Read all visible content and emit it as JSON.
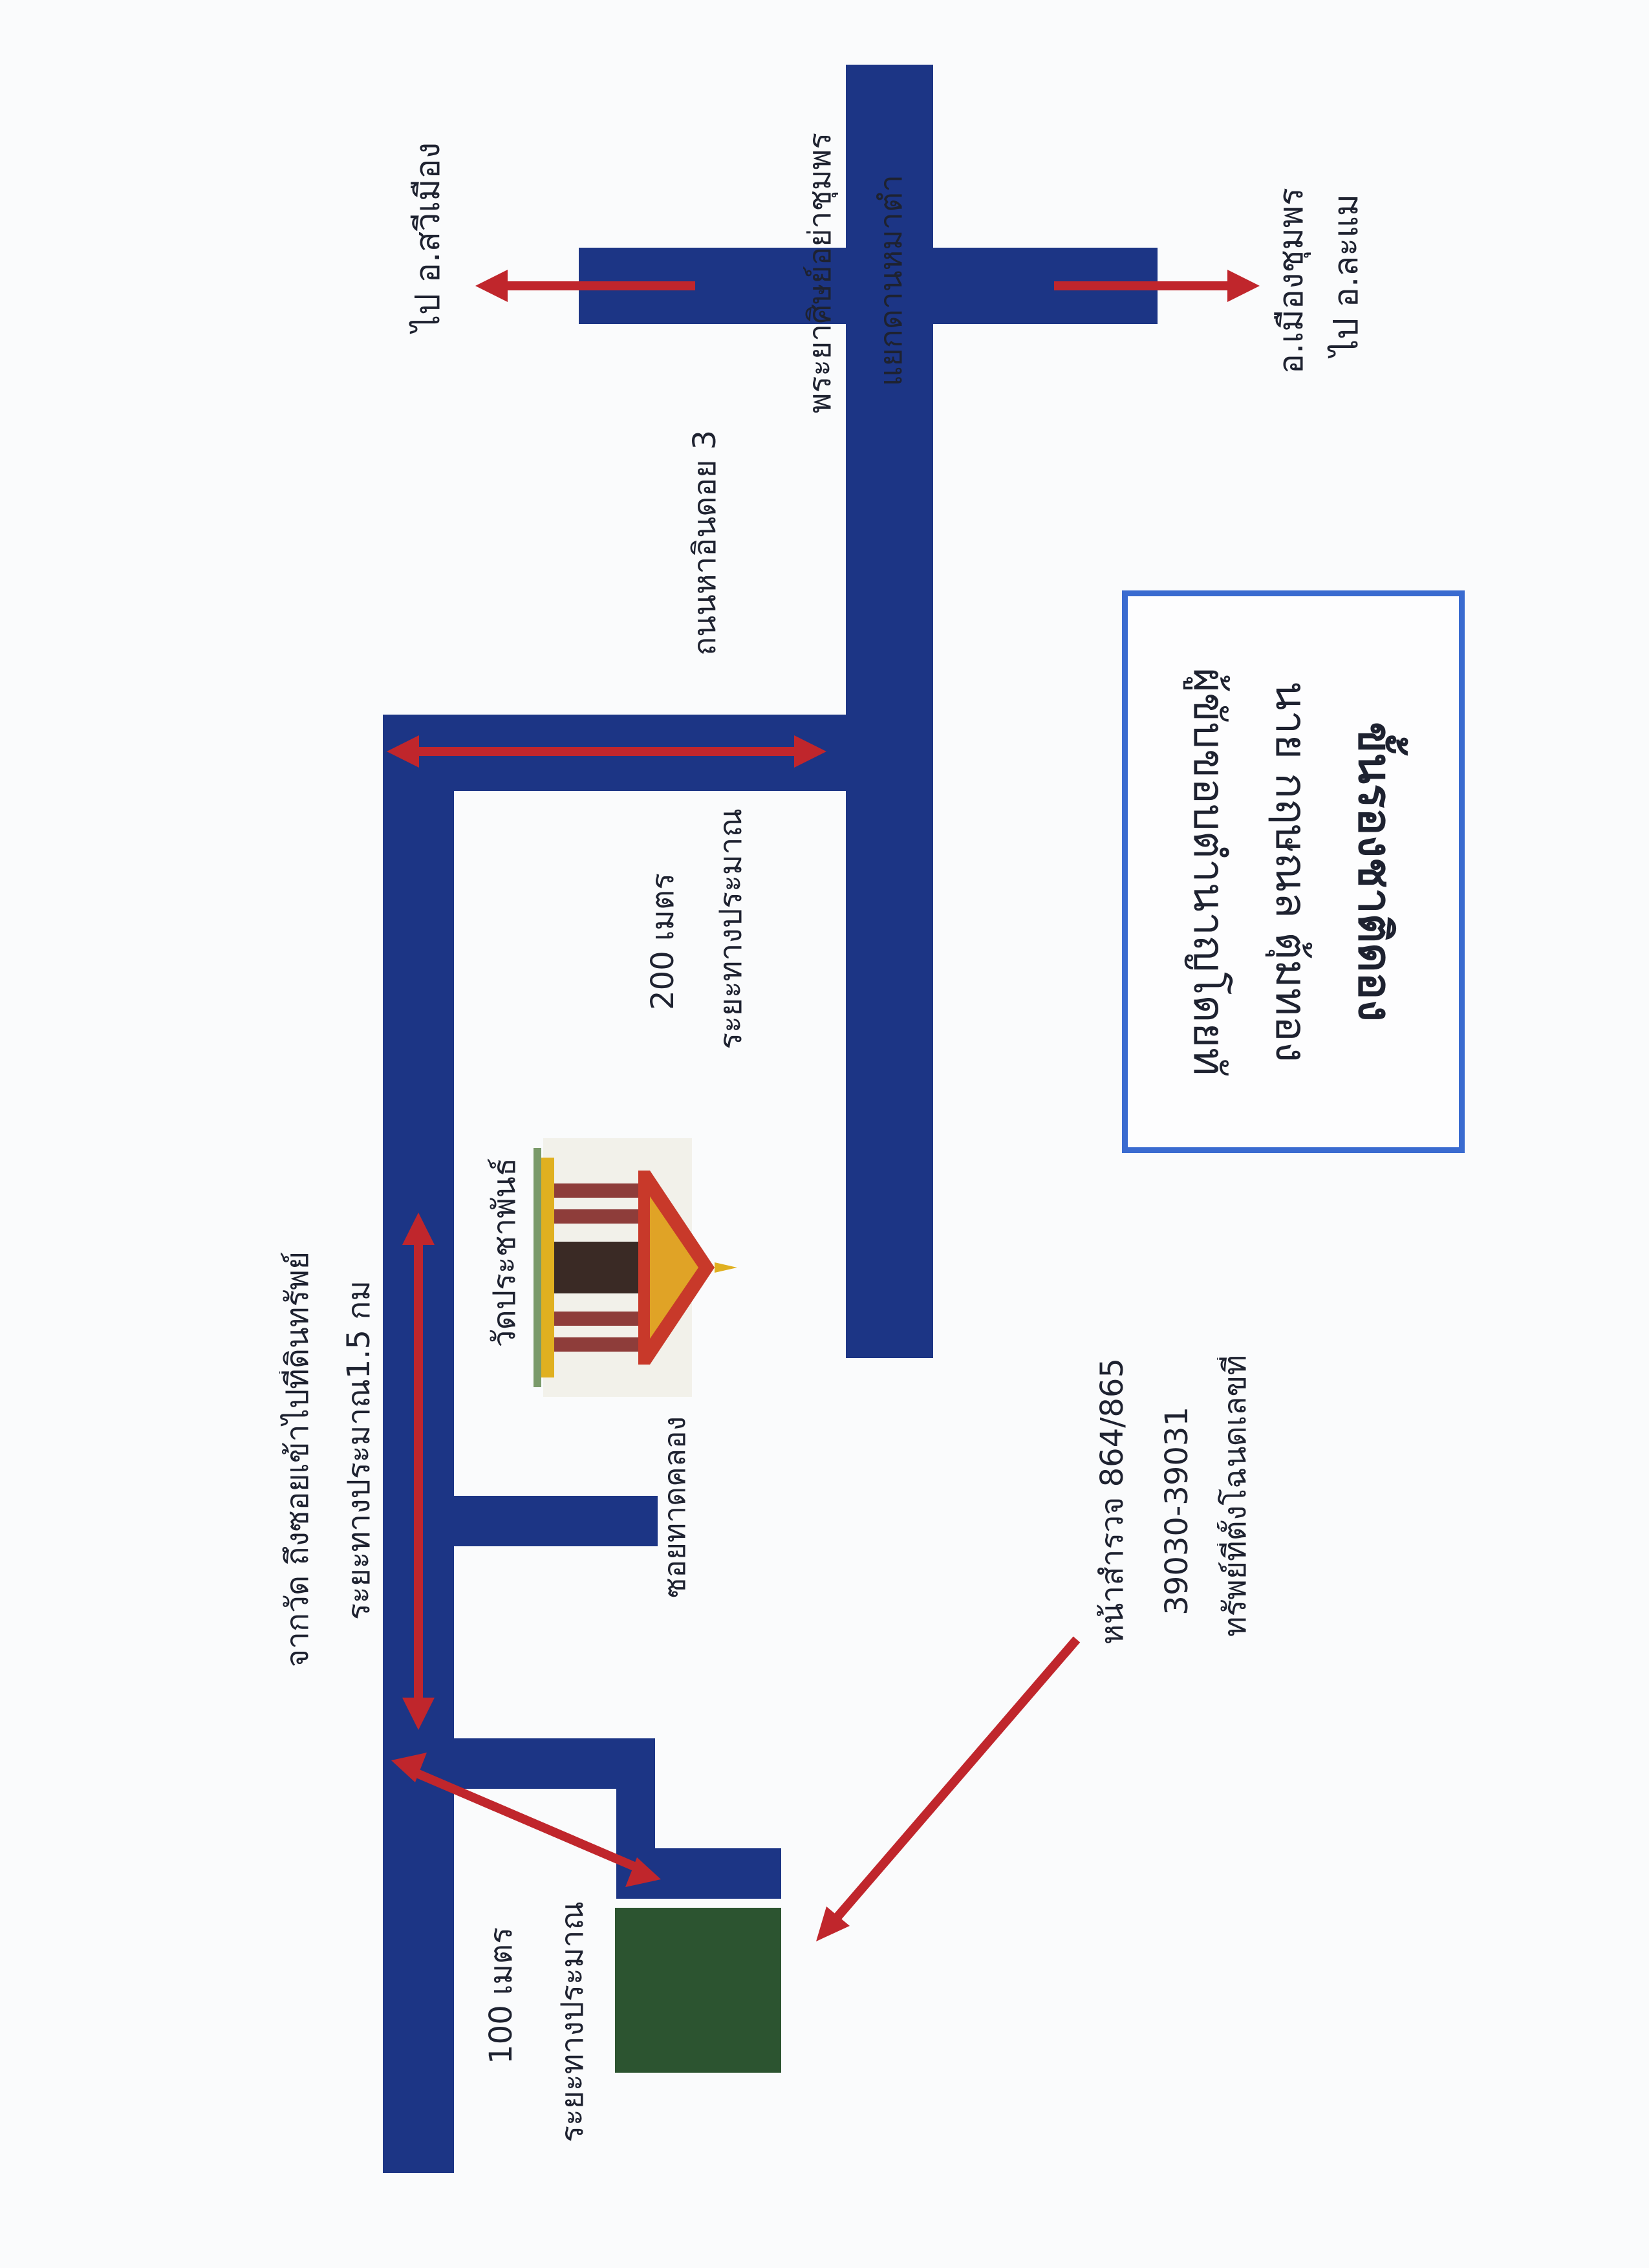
{
  "title": {
    "line1": "ขั้นรองชาติดอง",
    "line2": "นาย กฤษณล ตุ้มทอง",
    "line3": "ผู้ขับขอบตำนาญโดยทั"
  },
  "labels": {
    "to_lahan": "ไป อ.ละแม",
    "to_mueang": "อ.เมืองชุมพร",
    "to_sawi": "ไป อ.สวีเมือง",
    "junction": "แยกดานหมาตำ",
    "junction_sub": "พระยาศิษย์อย่าชุมพร",
    "soi3": "ถนนหาอินดอย 3",
    "dist1_a": "ระยะทางประมาณ",
    "dist1_b": "200 เมตร",
    "temple": "วัดประชาพันธ์",
    "soi_kwang": "ซอยทาดคลอง",
    "dist2_a": "ระยะทางประมาณ1.5 กม",
    "dist2_b": "จากวัด ถึงซอยเข้าไปที่ดินทรัพย์",
    "dist3_a": "ระยะทางประมาณ",
    "dist3_b": "100 เมตร",
    "deed_a": "ทรัพย์ที่ตั้งโฉนดเลขที่",
    "deed_b": "39030-39031",
    "deed_c": "หน้าสำรวจ 864/865"
  },
  "colors": {
    "road": "#1c3585",
    "arrow": "#c0262c",
    "plot": "#2c5430",
    "box_border": "#3a6bd0"
  }
}
